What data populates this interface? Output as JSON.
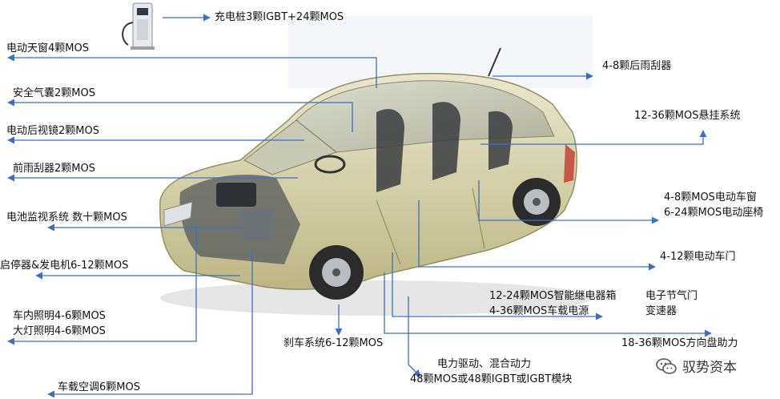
{
  "labels": {
    "charging_pile": "充电桩3颗IGBT+24颗MOS",
    "sunroof": "电动天窗4颗MOS",
    "rear_wiper": "4-8颗后雨刮器",
    "airbag": "安全气囊2颗MOS",
    "suspension": "12-36颗MOS悬挂系统",
    "mirror": "电动后视镜2颗MOS",
    "front_wiper": "前雨刮器2颗MOS",
    "window_line": "4-8颗MOS电动车窗",
    "seat_line": "6-24颗MOS电动座椅",
    "battery_monitor": "电池监视系统 数十颗MOS",
    "starter": "启停器&发电机6-12颗MOS",
    "door": "4-12颗电动车门",
    "relay_line": "12-24颗MOS智能继电器箱",
    "onboard_power_line": "4-36颗MOS车载电源",
    "throttle_line": "电子节气门",
    "transmission_line": "变速器",
    "interior_light_line": "车内照明4-6颗MOS",
    "headlight_line": "大灯照明4-6颗MOS",
    "brake": "刹车系统6-12颗MOS",
    "steering": "18-36颗MOS方向盘助力",
    "drive_line1": "电力驱动、混合动力",
    "drive_line2": "48颗MOS或48颗IGBT或IGBT模块",
    "aircon": "车载空调6颗MOS"
  },
  "watermark": {
    "text": "驭势资本",
    "icon": "wechat-icon"
  },
  "colors": {
    "arrow": "#3b6fc4",
    "body": "#c9c48e",
    "tire": "#2b2b2b"
  }
}
